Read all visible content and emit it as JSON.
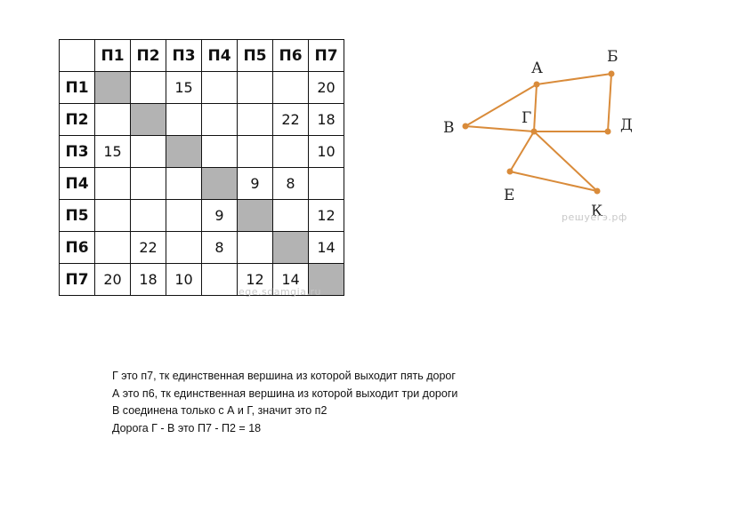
{
  "table": {
    "headers": [
      "П1",
      "П2",
      "П3",
      "П4",
      "П5",
      "П6",
      "П7"
    ],
    "rows": [
      [
        "",
        "",
        "15",
        "",
        "",
        "",
        "20"
      ],
      [
        "",
        "",
        "",
        "",
        "",
        "22",
        "18"
      ],
      [
        "15",
        "",
        "",
        "",
        "",
        "",
        "10"
      ],
      [
        "",
        "",
        "",
        "",
        "9",
        "8",
        ""
      ],
      [
        "",
        "",
        "",
        "9",
        "",
        "",
        "12"
      ],
      [
        "",
        "22",
        "",
        "8",
        "",
        "",
        "14"
      ],
      [
        "20",
        "18",
        "10",
        "",
        "12",
        "14",
        ""
      ]
    ],
    "watermark": "ege.sdamgia.ru"
  },
  "graph": {
    "watermark": "решуегэ.рф",
    "edge_color": "#d98b3a",
    "vertices": [
      {
        "id": "A",
        "label": "А"
      },
      {
        "id": "B",
        "label": "Б"
      },
      {
        "id": "V",
        "label": "В"
      },
      {
        "id": "G",
        "label": "Г"
      },
      {
        "id": "D",
        "label": "Д"
      },
      {
        "id": "E",
        "label": "Е"
      },
      {
        "id": "K",
        "label": "К"
      }
    ],
    "edges": [
      [
        "A",
        "B"
      ],
      [
        "A",
        "V"
      ],
      [
        "A",
        "G"
      ],
      [
        "B",
        "D"
      ],
      [
        "V",
        "G"
      ],
      [
        "G",
        "D"
      ],
      [
        "G",
        "E"
      ],
      [
        "G",
        "K"
      ],
      [
        "E",
        "K"
      ]
    ]
  },
  "notes": [
    "Г это п7, тк единственная вершина из которой выходит пять дорог",
    "А это п6, тк единственная вершина из которой выходит три дороги",
    "В соединена только с А и Г, значит это п2",
    "Дорога Г - В это П7 - П2 = 18"
  ]
}
